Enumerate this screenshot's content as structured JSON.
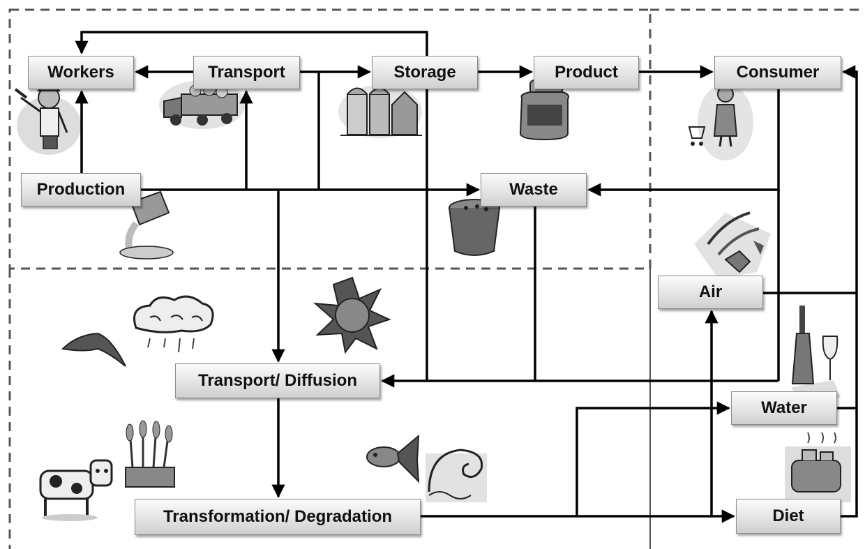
{
  "nodes": {
    "workers": "Workers",
    "transport": "Transport",
    "storage": "Storage",
    "product": "Product",
    "consumer": "Consumer",
    "production": "Production",
    "waste": "Waste",
    "air": "Air",
    "transport_diffusion": "Transport/ Diffusion",
    "water": "Water",
    "transformation": "Transformation/ Degradation",
    "diet": "Diet"
  },
  "icons": [
    "worker-icon",
    "truck-icon",
    "silo-icon",
    "jar-icon",
    "shopper-icon",
    "pouring-bucket-icon",
    "waste-bin-icon",
    "wind-leaves-icon",
    "bird-icon",
    "rain-cloud-icon",
    "sun-icon",
    "wine-bottle-icon",
    "cow-icon",
    "wheat-icon",
    "fish-icon",
    "wave-icon",
    "toaster-icon"
  ],
  "colors": {
    "line": "#000000",
    "box_border": "#8a8a8a",
    "region_border": "#555555"
  }
}
